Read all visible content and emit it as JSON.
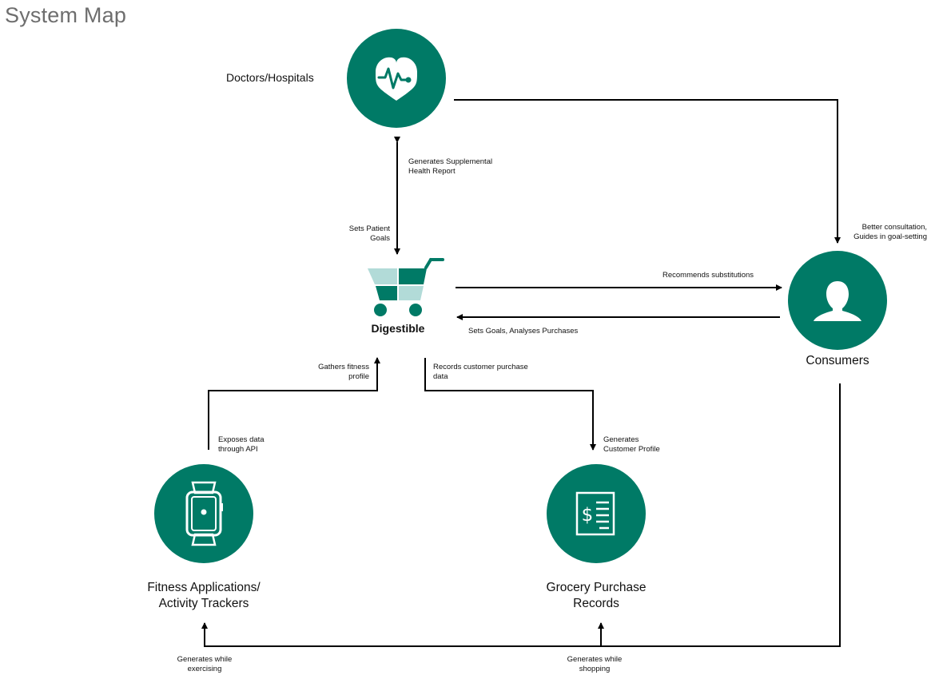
{
  "title": "System Map",
  "colors": {
    "node": "#007a66",
    "cart_light": "#b2dbd8",
    "line": "#000000"
  },
  "nodes": {
    "doctors": {
      "label": "Doctors/Hospitals",
      "icon": "heart-pulse-icon"
    },
    "digestible": {
      "label": "Digestible",
      "icon": "shopping-cart-icon"
    },
    "consumers": {
      "label": "Consumers",
      "icon": "user-icon"
    },
    "fitness": {
      "label_line1": "Fitness Applications/",
      "label_line2": "Activity Trackers",
      "icon": "smartwatch-icon"
    },
    "grocery": {
      "label_line1": "Grocery Purchase",
      "label_line2": "Records",
      "icon": "receipt-icon"
    }
  },
  "edges": {
    "health_report": {
      "line1": "Generates Supplemental",
      "line2": "Health Report"
    },
    "patient_goals": {
      "line1": "Sets Patient",
      "line2": "Goals"
    },
    "consultation": {
      "line1": "Better consultation,",
      "line2": "Guides in goal-setting"
    },
    "substitutions": {
      "line1": "Recommends substitutions"
    },
    "sets_goals": {
      "line1": "Sets Goals, Analyses Purchases"
    },
    "fitness_profile": {
      "line1": "Gathers fitness",
      "line2": "profile"
    },
    "purchase_data": {
      "line1": "Records customer purchase",
      "line2": "data"
    },
    "exposes_api": {
      "line1": "Exposes data",
      "line2": "through API"
    },
    "customer_profile": {
      "line1": "Generates",
      "line2": "Customer Profile"
    },
    "exercising": {
      "line1": "Generates while",
      "line2": "exercising"
    },
    "shopping": {
      "line1": "Generates while",
      "line2": "shopping"
    }
  }
}
